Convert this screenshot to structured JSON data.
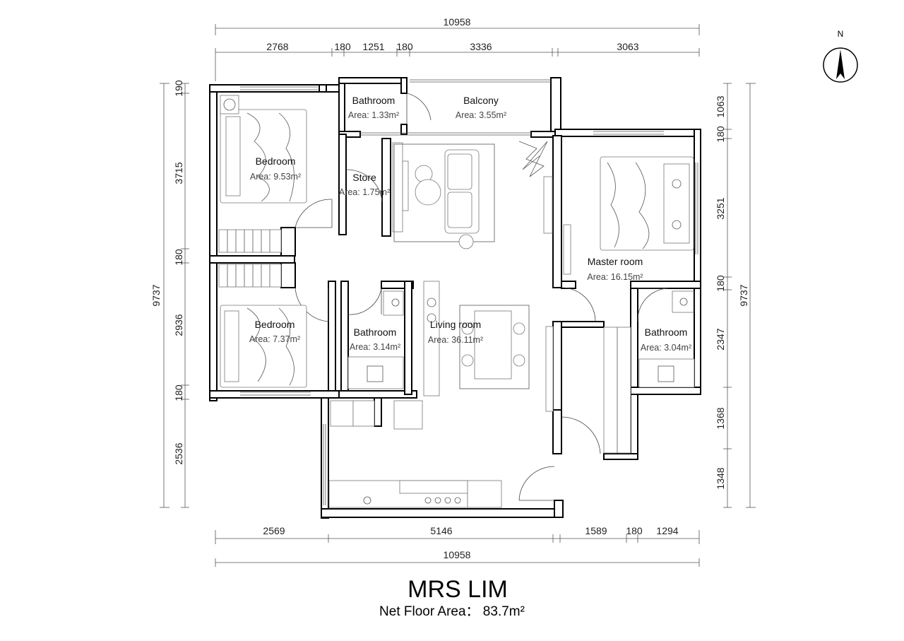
{
  "title": "MRS LIM",
  "subtitle": "Net Floor Area： 83.7m²",
  "north_label": "N",
  "dims": {
    "top_total": "10958",
    "top_segments": [
      "2768",
      "180",
      "1251",
      "180",
      "3336",
      "3063"
    ],
    "bottom_total": "10958",
    "bottom_segments": [
      "2569",
      "5146",
      "1589",
      "180",
      "1294"
    ],
    "left_total": "9737",
    "left_segments": [
      "190",
      "3715",
      "180",
      "2936",
      "180",
      "2536"
    ],
    "right_total": "9737",
    "right_segments": [
      "1063",
      "180",
      "3251",
      "180",
      "2347",
      "1368",
      "1348"
    ]
  },
  "rooms": [
    {
      "name": "Bedroom",
      "area": "Area: 9.53m²"
    },
    {
      "name": "Bathroom",
      "area": "Area: 1.33m²"
    },
    {
      "name": "Balcony",
      "area": "Area: 3.55m²"
    },
    {
      "name": "Store",
      "area": "Area: 1.75m²"
    },
    {
      "name": "Master room",
      "area": "Area: 16.15m²"
    },
    {
      "name": "Bedroom",
      "area": "Area: 7.37m²"
    },
    {
      "name": "Bathroom",
      "area": "Area: 3.14m²"
    },
    {
      "name": "Living room",
      "area": "Area: 36.11m²"
    },
    {
      "name": "Bathroom",
      "area": "Area: 3.04m²"
    }
  ]
}
